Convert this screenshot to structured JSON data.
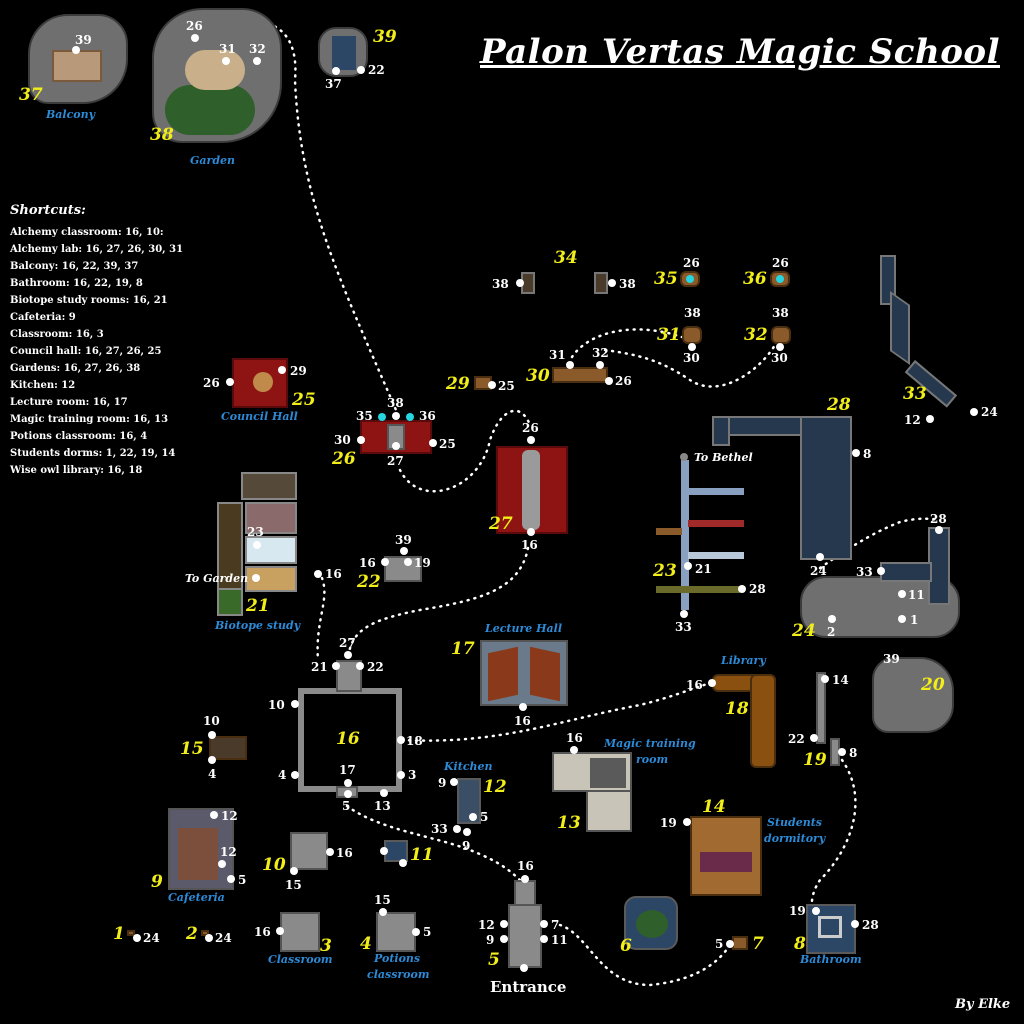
{
  "title": "Palon Vertas Magic School",
  "shortcuts": {
    "heading": "Shortcuts:",
    "lines": [
      "Alchemy classroom: 16, 10:",
      "Alchemy lab: 16, 27, 26, 30, 31",
      "Balcony: 16, 22, 39, 37",
      "Bathroom: 16, 22, 19, 8",
      "Biotope study rooms: 16, 21",
      "Cafeteria: 9",
      "Classroom: 16, 3",
      "Council hall: 16, 27, 26, 25",
      "Gardens: 16, 27, 26, 38",
      "Kitchen: 12",
      "Lecture room: 16, 17",
      "Magic training room: 16, 13",
      "Potions classroom: 16, 4",
      "Students dorms: 1, 22, 19, 14",
      "Wise owl library: 16, 18"
    ]
  },
  "area_labels": {
    "balcony": "Balcony",
    "garden": "Garden",
    "council_hall": "Council Hall",
    "biotope_study": "Biotope study",
    "lecture_hall": "Lecture Hall",
    "library": "Library",
    "magic_training_1": "Magic training",
    "magic_training_2": "room",
    "kitchen": "Kitchen",
    "students_1": "Students",
    "students_2": "dormitory",
    "cafeteria": "Cafeteria",
    "classroom": "Classroom",
    "potions_1": "Potions",
    "potions_2": "classroom",
    "bathroom": "Bathroom",
    "to_garden": "To Garden",
    "to_bethel": "To Bethel"
  },
  "room_numbers": {
    "n1": "1",
    "n2": "2",
    "n3": "3",
    "n4": "4",
    "n5": "5",
    "n6": "6",
    "n7": "7",
    "n8": "8",
    "n9": "9",
    "n10": "10",
    "n11": "11",
    "n12": "12",
    "n13": "13",
    "n14": "14",
    "n15": "15",
    "n16": "16",
    "n17": "17",
    "n18": "18",
    "n19": "19",
    "n20": "20",
    "n21": "21",
    "n22": "22",
    "n23": "23",
    "n24": "24",
    "n25": "25",
    "n26": "26",
    "n27": "27",
    "n28": "28",
    "n29": "29",
    "n30": "30",
    "n31": "31",
    "n32": "32",
    "n33": "33",
    "n34": "34",
    "n35": "35",
    "n36": "36",
    "n37": "37",
    "n38": "38",
    "n39": "39"
  },
  "exit_points": {
    "p39": "39",
    "p26": "26",
    "p31": "31",
    "p32": "32",
    "p37": "37",
    "p22": "22",
    "p38": "38",
    "p29": "29",
    "p36": "36",
    "p35": "35",
    "p25": "25",
    "p27": "27",
    "p30": "30",
    "p24": "24",
    "p12": "12",
    "p8": "8",
    "p28": "28",
    "p33": "33",
    "p11": "11",
    "p1": "1",
    "p2": "2",
    "p23": "23",
    "p16": "16",
    "p19": "19",
    "p21": "21",
    "p14": "14",
    "p10": "10",
    "p18": "18",
    "p4": "4",
    "p3": "3",
    "p17": "17",
    "p5": "5",
    "p13": "13",
    "p9": "9",
    "p15": "15",
    "p7": "7"
  },
  "entrance": "Entrance",
  "author": "By Elke",
  "colors": {
    "room_number": "#f2ee1a",
    "area_label": "#2d8ad6",
    "exit_point": "#ffffff",
    "teleport_point": "#25d6e0",
    "background": "#000000"
  },
  "icons": {
    "exit_marker": "white-dot",
    "teleport_marker": "cyan-dot",
    "route": "dotted-path"
  }
}
